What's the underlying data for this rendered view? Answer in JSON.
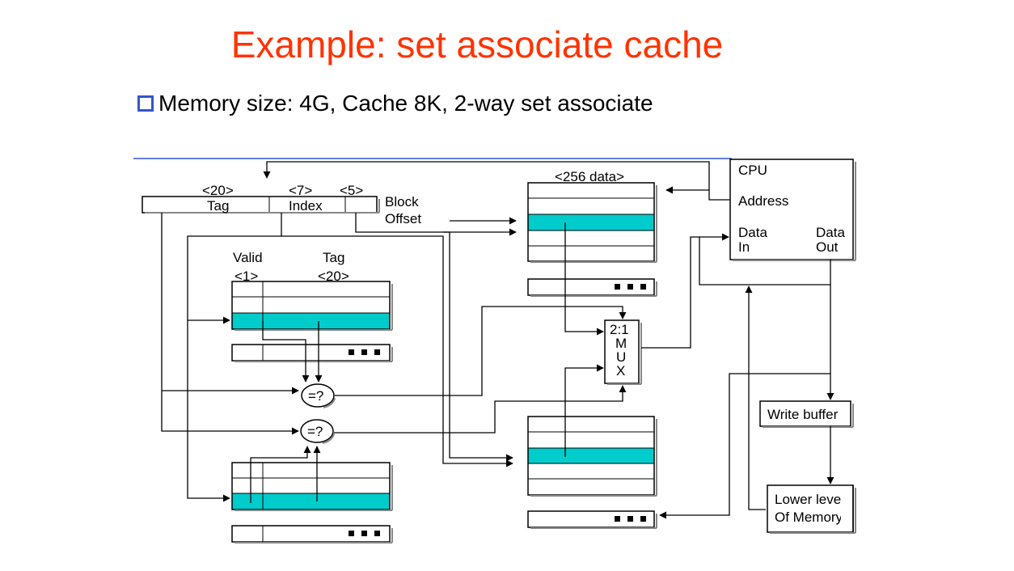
{
  "slide": {
    "title": "Example: set associate cache",
    "bullet": "Memory size: 4G, Cache 8K, 2-way set associate"
  },
  "address_fields": {
    "tag_width": "<20>",
    "tag_label": "Tag",
    "index_width": "<7>",
    "index_label": "Index",
    "offset_width": "<5>",
    "block_label": "Block",
    "offset_label": "Offset"
  },
  "tag_array": {
    "valid_label": "Valid",
    "valid_width": "<1>",
    "tag_label": "Tag",
    "tag_width": "<20>"
  },
  "data_array": {
    "label": "<256 data>"
  },
  "comparator": {
    "label": "=?"
  },
  "mux": {
    "line1": "2:1",
    "line2": "M",
    "line3": "U",
    "line4": "X"
  },
  "cpu": {
    "title": "CPU",
    "address": "Address",
    "data_in_1": "Data",
    "data_in_2": "In",
    "data_out_1": "Data",
    "data_out_2": "Out"
  },
  "write_buffer": {
    "label": "Write buffer"
  },
  "lower_memory": {
    "line1": "Lower level",
    "line2": "Of Memory"
  },
  "colors": {
    "highlight": "#00cccc",
    "title": "#ff3300"
  }
}
